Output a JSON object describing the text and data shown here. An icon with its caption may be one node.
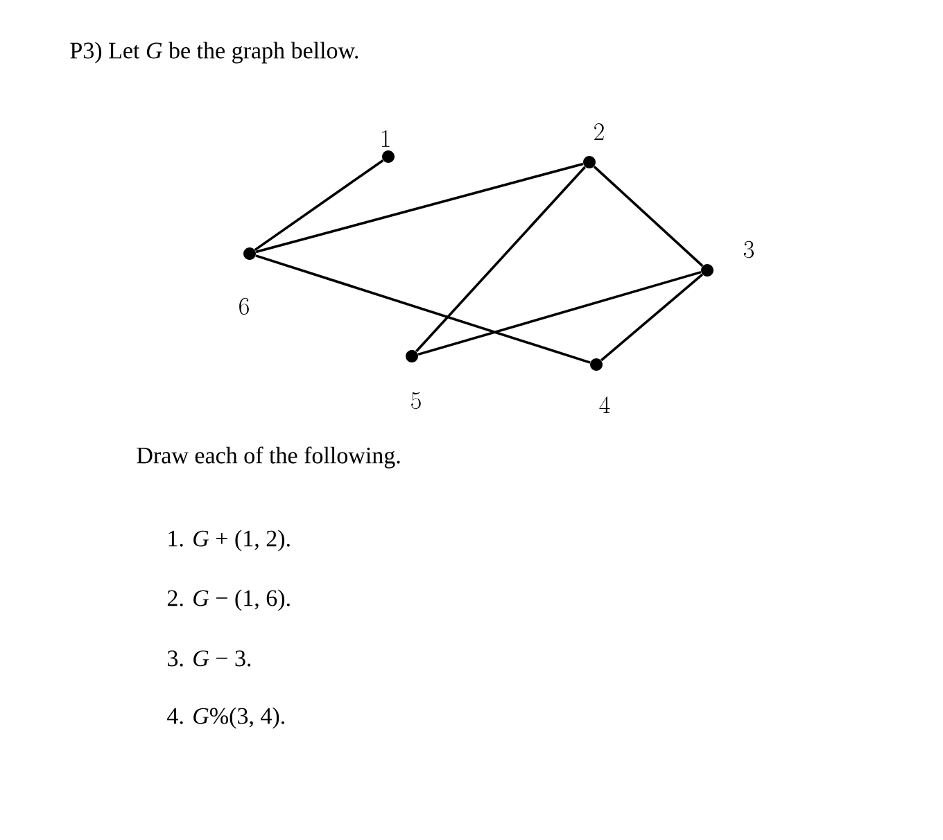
{
  "diagram": {
    "title": "P3) Let *G* be the graph bellow.",
    "nodes": [
      {
        "text": [],
        "shape": "circle",
        "beside": [
          "1"
        ]
      },
      {
        "text": [],
        "shape": "circle",
        "beside": [
          "2"
        ]
      },
      {
        "text": [],
        "shape": "circle",
        "beside": [
          "3"
        ]
      },
      {
        "text": [],
        "shape": "circle",
        "beside": [
          "4"
        ]
      },
      {
        "text": [],
        "shape": "circle",
        "beside": [
          "5"
        ]
      },
      {
        "text": [],
        "shape": "circle",
        "beside": [
          "6"
        ]
      }
    ],
    "edges": [
      {
        "from": 0,
        "to": 5,
        "arrow": "none"
      },
      {
        "from": 5,
        "to": 1,
        "arrow": "none"
      },
      {
        "from": 5,
        "to": 3,
        "arrow": "none"
      },
      {
        "from": 1,
        "to": 2,
        "arrow": "none"
      },
      {
        "from": 1,
        "to": 4,
        "arrow": "none"
      },
      {
        "from": 4,
        "to": 2,
        "arrow": "none"
      },
      {
        "from": 2,
        "to": 3,
        "arrow": "none"
      }
    ],
    "labels": [
      "Draw each of the following.",
      "1. *G* + (1, 2).",
      "2. *G* − (1, 6).",
      "3. *G* − 3.",
      "4. *G*%(3, 4)."
    ]
  }
}
